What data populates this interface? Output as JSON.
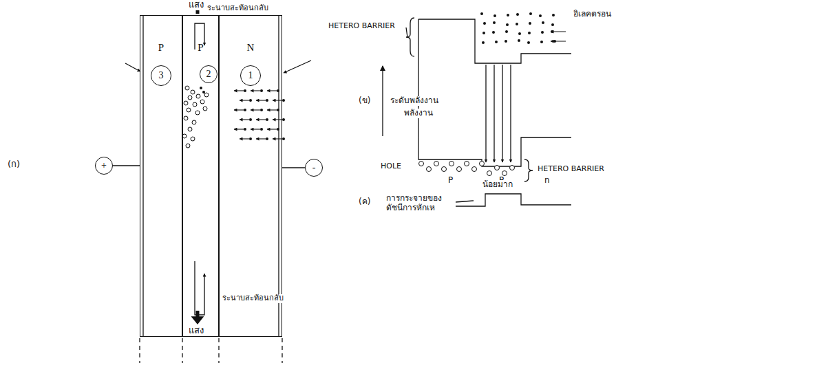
{
  "diagram": {
    "nodes": [
      {
        "text": [
          "P"
        ]
      },
      {
        "text": [
          "3"
        ],
        "in": 0
      },
      {
        "text": [
          "P"
        ]
      },
      {
        "text": [
          "2"
        ],
        "in": 2
      },
      {
        "text": [
          "N"
        ]
      },
      {
        "text": [
          "1"
        ],
        "in": 4
      },
      {
        "text": [
          "+"
        ]
      },
      {
        "text": [
          "-"
        ]
      }
    ],
    "edges": [
      {
        "from": 6,
        "to": 0,
        "arrow": "none"
      },
      {
        "from": 7,
        "to": 4,
        "arrow": "none"
      }
    ],
    "labels": [
      "แสง",
      "ระนาบสะท้อนกลับ",
      "ระนาบสะท้อนกลับ",
      "แสง",
      "(ก)",
      "HETERO BARRIER",
      "อิเลคตรอน",
      "(ข)",
      "ระดับพลังงาน",
      "พลังงาน",
      "HETERO BARRIER",
      "HOLE",
      "P",
      "P",
      "n",
      "(ค)",
      "การกระจายของ ดัชนีการหักเห",
      "น้อยมาก"
    ]
  }
}
